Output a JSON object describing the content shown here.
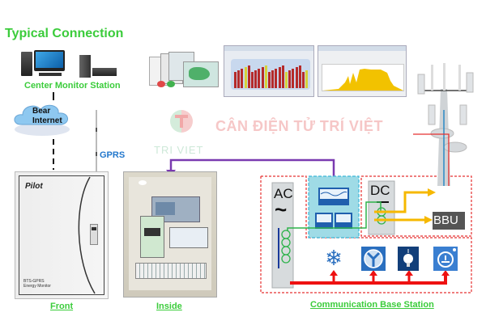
{
  "title": "Typical Connection",
  "center_station": {
    "label": "Center Monitor Station",
    "icons": [
      "desktop-computer-icon",
      "server-icon"
    ]
  },
  "cloud": {
    "line1": "Bear",
    "line2": "Internet"
  },
  "gprs_label": "GPRS",
  "watermark": {
    "text": "CÂN ĐIỆN TỬ TRÍ VIỆT",
    "logo_text": "TRI VIET"
  },
  "front_panel": {
    "brand": "Pilot",
    "model_line1": "BTS-GPRS",
    "model_line2": "Energy Monitor",
    "caption": "Front"
  },
  "inside_panel": {
    "caption": "Inside"
  },
  "base_station": {
    "caption": "Communication Base Station",
    "ac_label": "AC",
    "ac_symbol": "~",
    "dc_label": "DC",
    "bbu_label": "BBU",
    "loads": [
      "snowflake-icon",
      "fan-icon",
      "light-bulb-icon",
      "power-socket-icon"
    ]
  },
  "colors": {
    "title_green": "#3bcc3b",
    "gprs_blue": "#2277cc",
    "purple_line": "#7a3ab0",
    "red_dashed": "#e53030",
    "cyan_box": "#9fdbe6",
    "yellow_arrow": "#f6b800",
    "green_wire": "#2db34a",
    "red_bus": "#ee1111",
    "icon_blue": "#2a6fbf"
  }
}
